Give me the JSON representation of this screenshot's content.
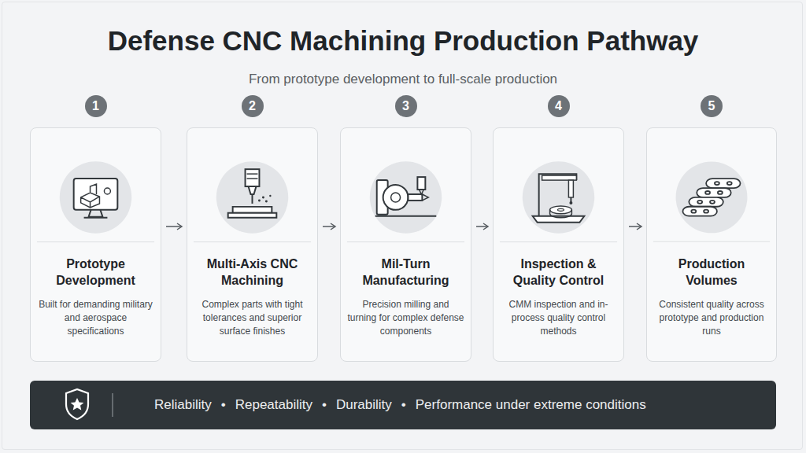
{
  "diagram": {
    "title": "Defense CNC Machining Production Pathway",
    "caption": "From prototype development to full-scale production",
    "nodes": [
      {
        "text": [
          "1",
          "Prototype Development",
          "Built for demanding military and aerospace specifications"
        ]
      },
      {
        "text": [
          "2",
          "Multi-Axis CNC Machining",
          "Complex parts with tight tolerances and superior surface finishes"
        ]
      },
      {
        "text": [
          "3",
          "Mil-Turn Manufacturing",
          "Precision milling and turning for complex defense components"
        ]
      },
      {
        "text": [
          "4",
          "Inspection & Quality Control",
          "CMM inspection and in-process quality control methods"
        ]
      },
      {
        "text": [
          "5",
          "Production Volumes",
          "Consistent quality across prototype and production runs"
        ]
      },
      {
        "text": [
          "Reliability",
          "•",
          "Repeatability",
          "•",
          "Durability",
          "•",
          "Performance under extreme conditions"
        ]
      }
    ],
    "edges": [
      {
        "from": 0,
        "to": 1,
        "arrow": "to"
      },
      {
        "from": 1,
        "to": 2,
        "arrow": "to"
      },
      {
        "from": 2,
        "to": 3,
        "arrow": "to"
      },
      {
        "from": 3,
        "to": 4,
        "arrow": "to"
      }
    ]
  }
}
